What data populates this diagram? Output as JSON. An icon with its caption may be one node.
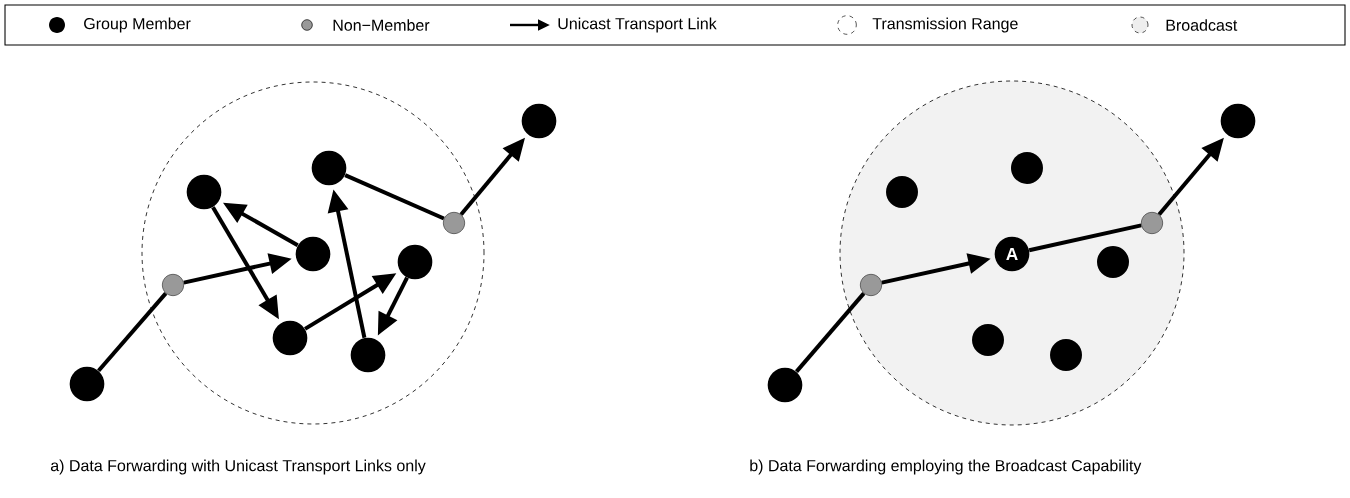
{
  "diagram": {
    "nodes": [
      {
        "text": [],
        "shape": "circle"
      },
      {
        "text": [],
        "shape": "circle"
      },
      {
        "text": [],
        "shape": "circle",
        "in": 0
      },
      {
        "text": [],
        "shape": "circle",
        "in": 0
      },
      {
        "text": [],
        "shape": "circle",
        "in": 0
      },
      {
        "text": [],
        "shape": "circle",
        "in": 0
      },
      {
        "text": [],
        "shape": "circle",
        "in": 0
      },
      {
        "text": [],
        "shape": "circle",
        "in": 0
      },
      {
        "text": [],
        "shape": "circle",
        "in": 0
      },
      {
        "text": [],
        "shape": "circle",
        "in": 0
      },
      {
        "text": [],
        "shape": "circle"
      },
      {
        "text": [],
        "shape": "circle"
      },
      {
        "text": [],
        "shape": "circle"
      },
      {
        "text": [],
        "shape": "circle",
        "in": 11
      },
      {
        "text": [
          "A"
        ],
        "in": 11
      },
      {
        "text": [],
        "shape": "circle",
        "in": 11
      },
      {
        "text": [],
        "shape": "circle",
        "in": 11
      },
      {
        "text": [],
        "shape": "circle",
        "in": 11
      },
      {
        "text": [],
        "shape": "circle",
        "in": 11
      },
      {
        "text": [],
        "shape": "circle",
        "in": 11
      },
      {
        "text": [],
        "shape": "circle",
        "in": 11
      },
      {
        "text": [],
        "shape": "circle"
      }
    ],
    "edges": [
      {
        "from": 1,
        "to": 2,
        "arrow": "none"
      },
      {
        "from": 2,
        "to": 3,
        "arrow": "to"
      },
      {
        "from": 3,
        "to": 4,
        "arrow": "to"
      },
      {
        "from": 4,
        "to": 5,
        "arrow": "to"
      },
      {
        "from": 5,
        "to": 6,
        "arrow": "to"
      },
      {
        "from": 6,
        "to": 7,
        "arrow": "to"
      },
      {
        "from": 7,
        "to": 8,
        "arrow": "to"
      },
      {
        "from": 8,
        "to": 9,
        "arrow": "none"
      },
      {
        "from": 9,
        "to": 10,
        "arrow": "to"
      },
      {
        "from": 12,
        "to": 13,
        "arrow": "none"
      },
      {
        "from": 13,
        "to": 14,
        "arrow": "to"
      },
      {
        "from": 14,
        "to": 20,
        "arrow": "none"
      },
      {
        "from": 20,
        "to": 21,
        "arrow": "to"
      }
    ],
    "labels": [
      "a)  Data Forwarding with Unicast Transport Links only",
      "b)  Data Forwarding employing the Broadcast Capability"
    ],
    "legend": [
      {
        "text": "Group Member",
        "color": "#000000"
      },
      {
        "text": "Non−Member",
        "color": "#999999"
      },
      {
        "text": "Unicast Transport Link"
      },
      {
        "text": "Transmission Range"
      },
      {
        "text": "Broadcast",
        "color": "#eeeeee"
      }
    ]
  }
}
